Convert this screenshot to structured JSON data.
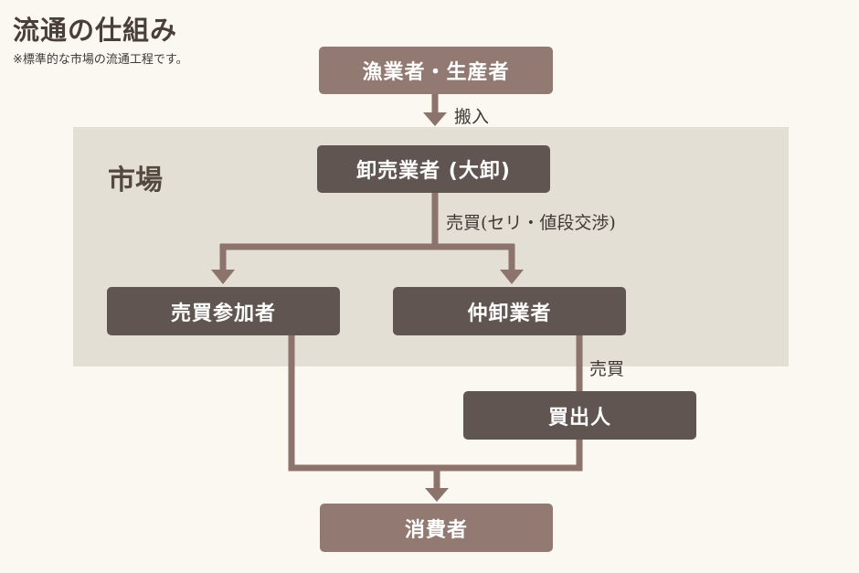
{
  "header": {
    "title": "流通の仕組み",
    "subtitle": "※標準的な市場の流通工程です。"
  },
  "market": {
    "label": "市場"
  },
  "nodes": {
    "producer": "漁業者・生産者",
    "wholesaler": "卸売業者 (大卸)",
    "trader": "売買参加者",
    "intermediate": "仲卸業者",
    "buyer": "買出人",
    "consumer": "消費者"
  },
  "edges": {
    "import": "搬入",
    "auction": "売買(セリ・値段交渉)",
    "trade": "売買"
  },
  "colors": {
    "background": "#fbf8f2",
    "market_area": "#e4dfd5",
    "box_light": "#927a72",
    "box_dark": "#605550",
    "arrow": "#8c736b"
  }
}
